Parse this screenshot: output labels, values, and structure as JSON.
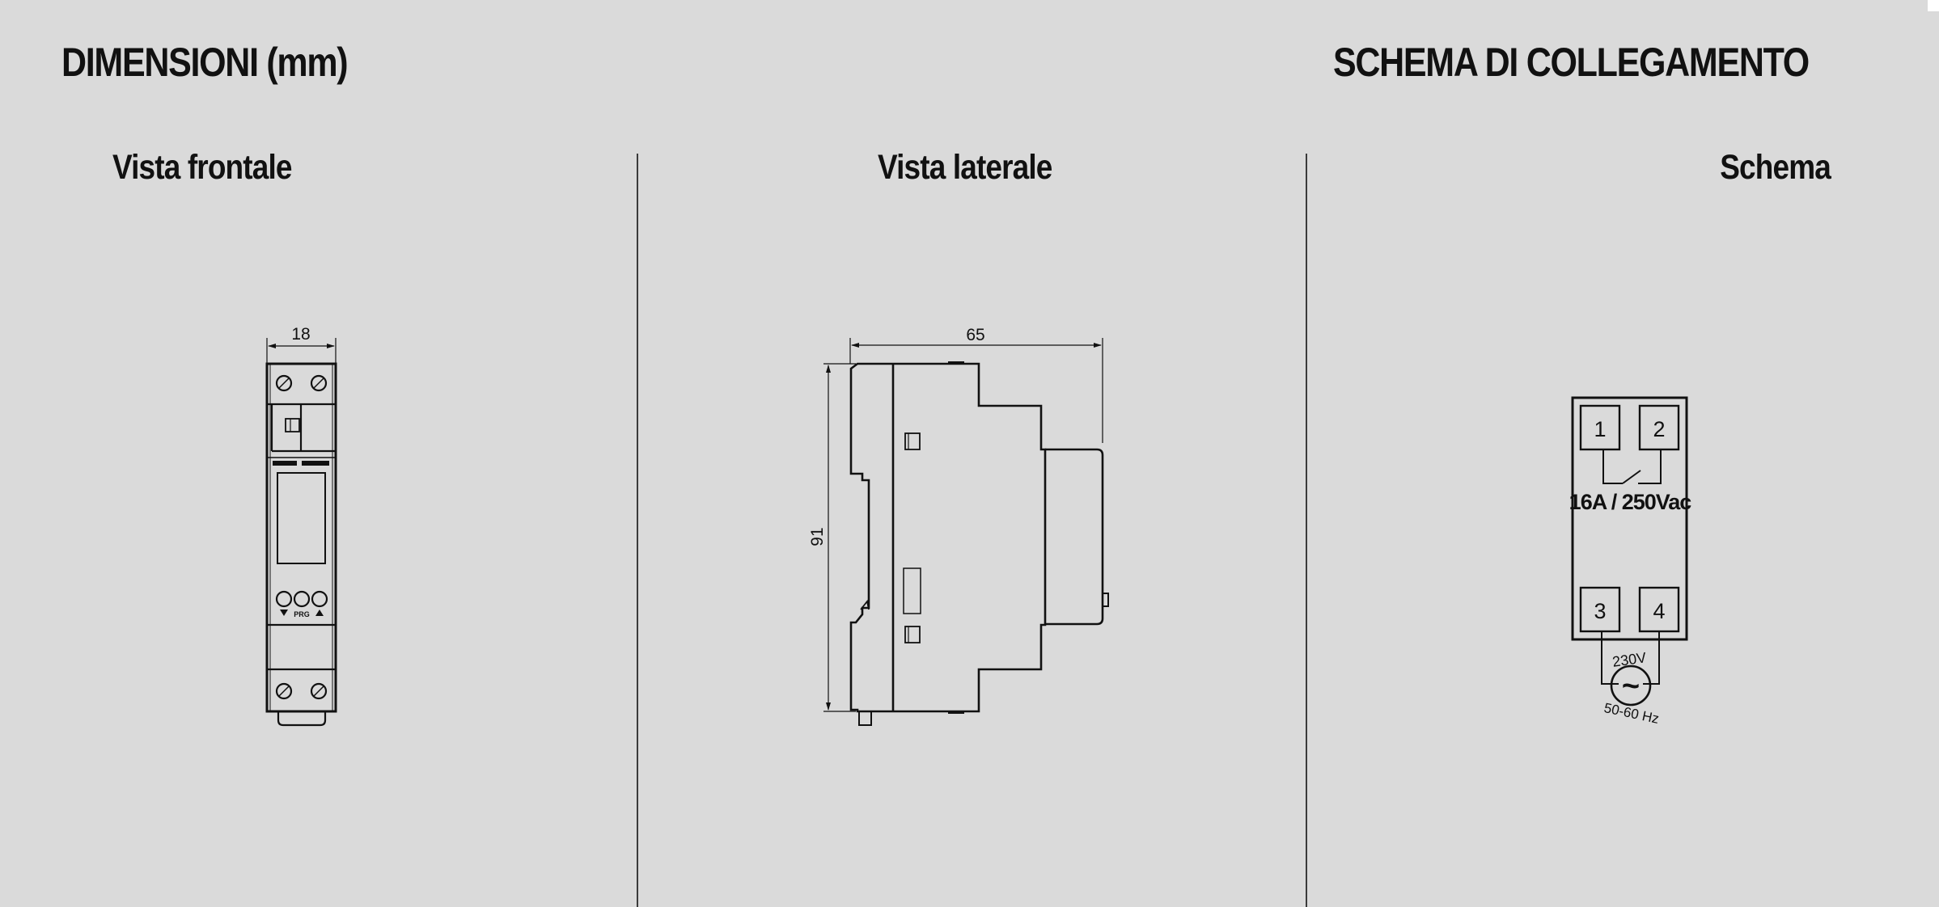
{
  "header": {
    "dimensions_title": "DIMENSIONI (mm)",
    "wiring_title": "SCHEMA DI COLLEGAMENTO"
  },
  "views": {
    "front": {
      "title": "Vista frontale",
      "width_dim": "18",
      "button_label": "PRG"
    },
    "side": {
      "title": "Vista laterale",
      "depth_dim": "65",
      "height_dim": "91"
    },
    "schema": {
      "title": "Schema",
      "terminals": [
        "1",
        "2",
        "3",
        "4"
      ],
      "rating": "16A / 250Vac",
      "supply_voltage": "230V",
      "supply_frequency": "50-60 Hz",
      "ac_symbol": "~"
    }
  }
}
